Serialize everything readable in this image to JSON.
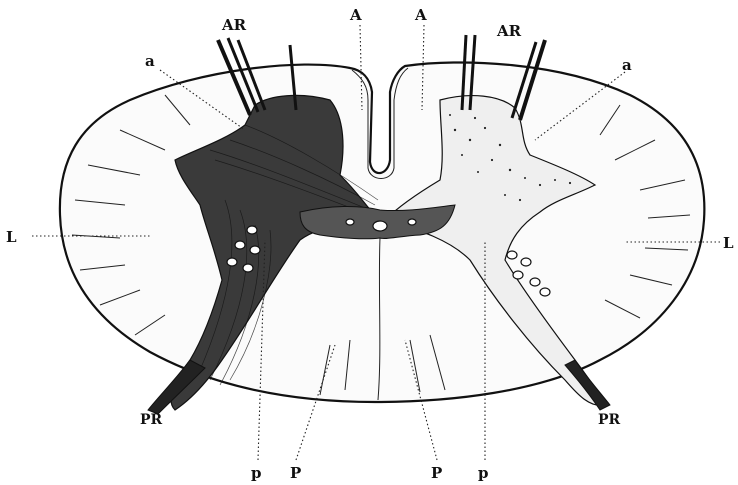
{
  "labels": {
    "anterior_root_left": "AR",
    "anterior_root_right": "AR",
    "anterior_left": "A",
    "anterior_right": "A",
    "a_left": "a",
    "a_right": "a",
    "lateral_left": "L",
    "lateral_right": "L",
    "posterior_root_left": "PR",
    "posterior_root_right": "PR",
    "p_left": "p",
    "P_left": "P",
    "P_right": "P",
    "p_right": "p"
  }
}
